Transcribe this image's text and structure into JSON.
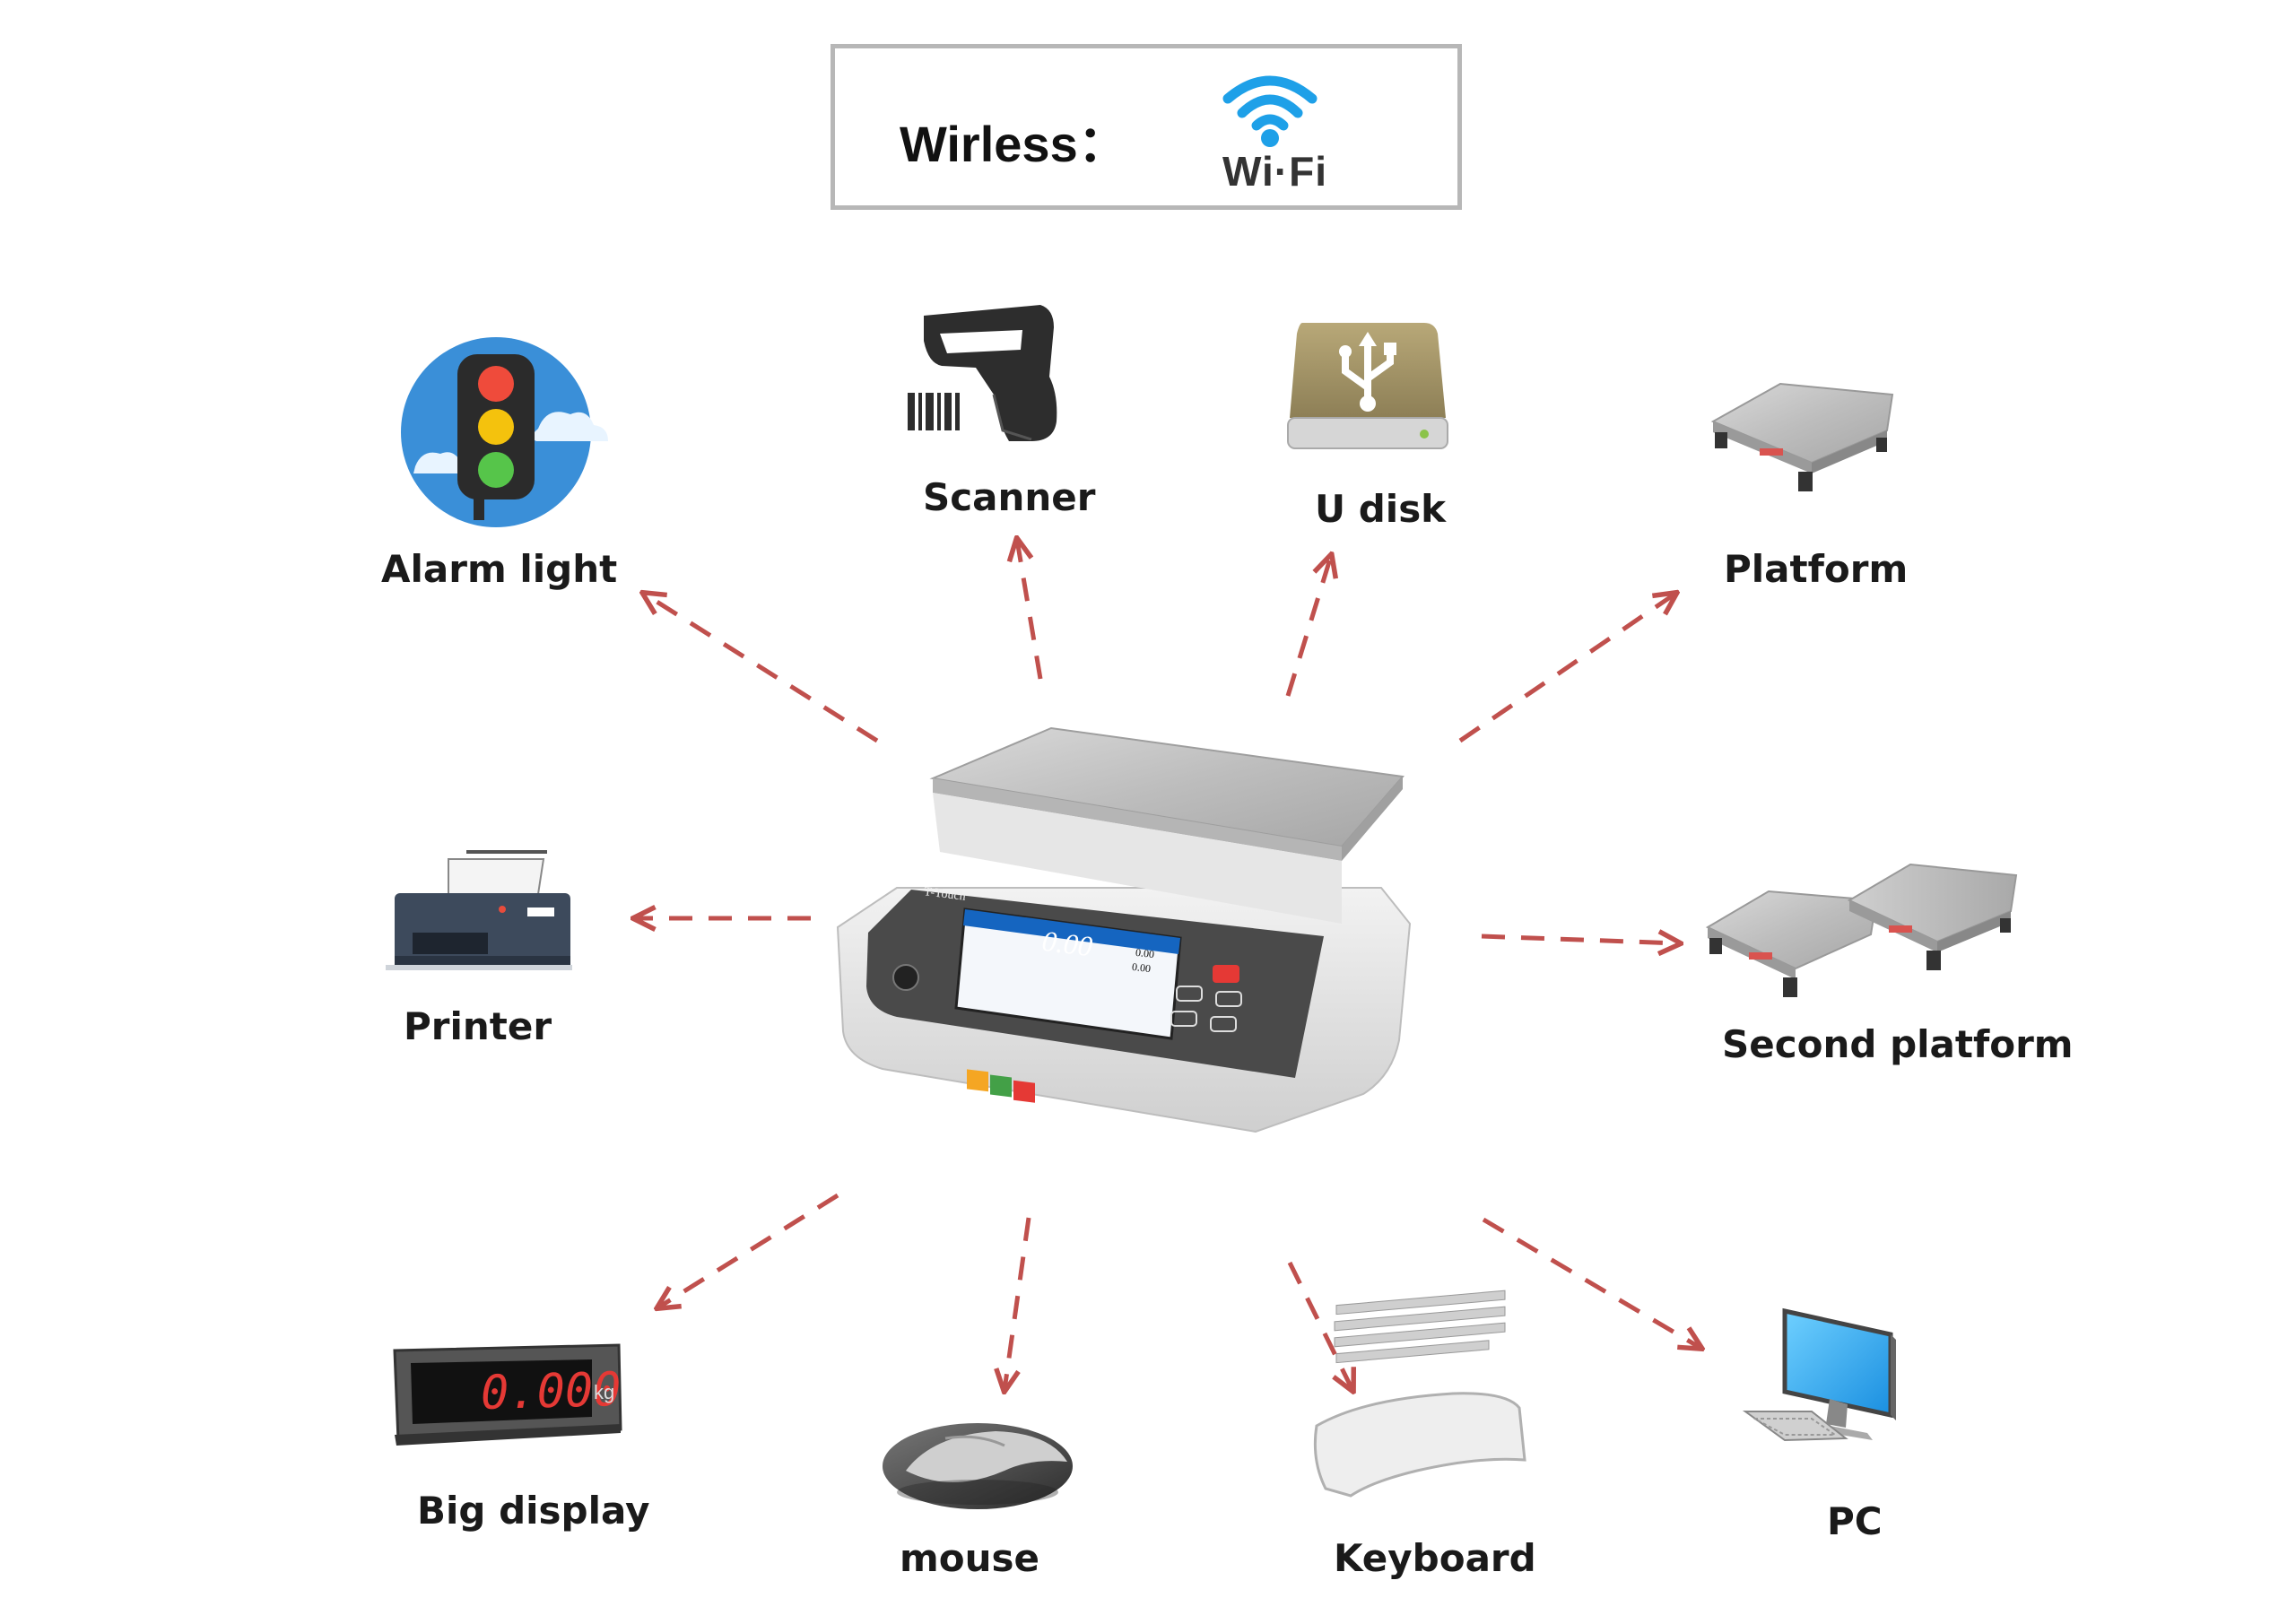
{
  "wireless": {
    "label": "Wirless：",
    "wifi_text": "Wi·Fi"
  },
  "center": {
    "brand": "T-Touch",
    "weight_main": "0.00",
    "weight_small_1": "0.00",
    "weight_small_2": "0.00"
  },
  "devices": {
    "alarm_light": "Alarm light",
    "scanner": "Scanner",
    "u_disk": "U disk",
    "platform": "Platform",
    "printer": "Printer",
    "second_platform": "Second platform",
    "big_display": "Big display",
    "big_display_value": "0.000",
    "big_display_unit": "kg",
    "mouse": "mouse",
    "keyboard": "Keyboard",
    "pc": "PC"
  },
  "colors": {
    "arrow": "#c0504d",
    "wifi": "#1ea0e8",
    "screen_accent": "#1565c0"
  }
}
